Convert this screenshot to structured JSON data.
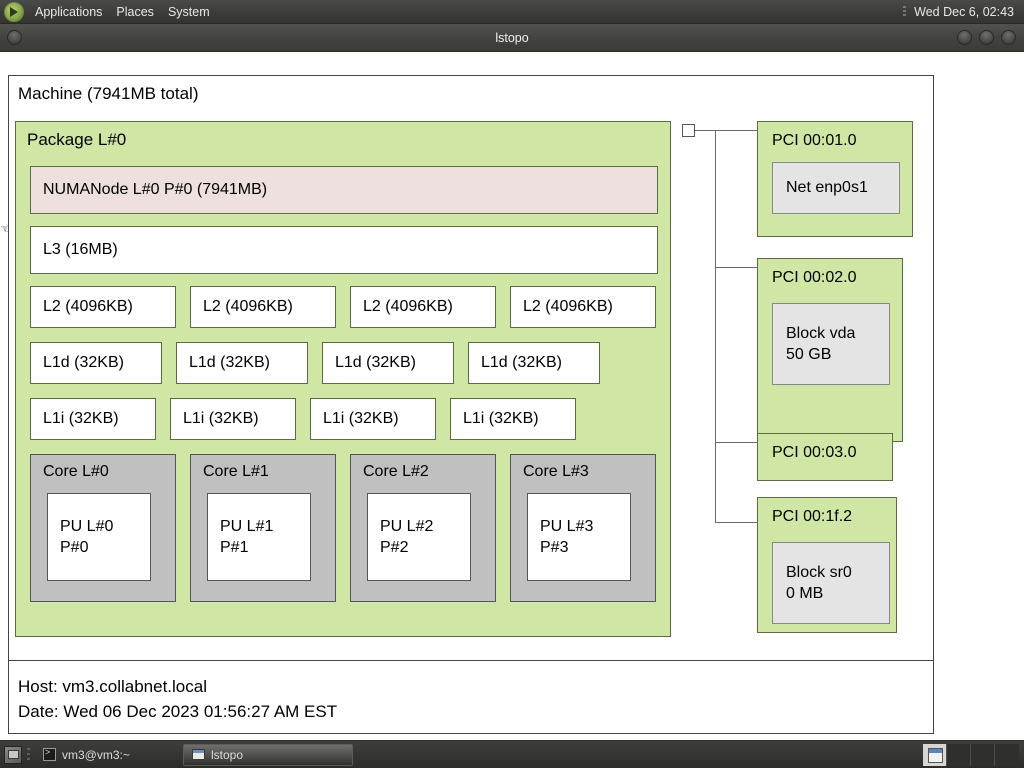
{
  "top_panel": {
    "logo_icon": "gnome-foot-icon",
    "menus": [
      "Applications",
      "Places",
      "System"
    ],
    "clock": "Wed Dec  6, 02:43"
  },
  "window": {
    "title": "lstopo",
    "titlebar_left_button": "window-menu-button",
    "titlebar_buttons": [
      "minimize-button",
      "maximize-button",
      "close-button"
    ]
  },
  "lstopo": {
    "machine_label": "Machine (7941MB total)",
    "package_label": "Package L#0",
    "numanode_label": "NUMANode L#0 P#0 (7941MB)",
    "l3_label": "L3 (16MB)",
    "l2": [
      "L2 (4096KB)",
      "L2 (4096KB)",
      "L2 (4096KB)",
      "L2 (4096KB)"
    ],
    "l1d": [
      "L1d (32KB)",
      "L1d (32KB)",
      "L1d (32KB)",
      "L1d (32KB)"
    ],
    "l1i": [
      "L1i (32KB)",
      "L1i (32KB)",
      "L1i (32KB)",
      "L1i (32KB)"
    ],
    "cores": [
      {
        "label": "Core L#0",
        "pu_line1": "PU L#0",
        "pu_line2": "P#0"
      },
      {
        "label": "Core L#1",
        "pu_line1": "PU L#1",
        "pu_line2": "P#1"
      },
      {
        "label": "Core L#2",
        "pu_line1": "PU L#2",
        "pu_line2": "P#2"
      },
      {
        "label": "Core L#3",
        "pu_line1": "PU L#3",
        "pu_line2": "P#3"
      }
    ],
    "pci": [
      {
        "label": "PCI 00:01.0",
        "child_line1": "Net enp0s1",
        "child_line2": ""
      },
      {
        "label": "PCI 00:02.0",
        "child_line1": "Block vda",
        "child_line2": "50 GB"
      },
      {
        "label": "PCI 00:03.0",
        "child_line1": "",
        "child_line2": ""
      },
      {
        "label": "PCI 00:1f.2",
        "child_line1": "Block sr0",
        "child_line2": "0 MB"
      }
    ],
    "footer_host": "Host: vm3.collabnet.local",
    "footer_date": "Date: Wed 06 Dec 2023 01:56:27 AM EST"
  },
  "colors": {
    "package_green": "#cfe6a4",
    "numanode_pink": "#eee0de",
    "core_gray": "#c0c0c0",
    "pci_child_gray": "#e4e4e4",
    "box_border": "#5d6b40",
    "panel_dark": "#3c3c3a"
  },
  "taskbar": {
    "show_desktop_icon": "show-desktop-icon",
    "tasks": [
      {
        "label": "vm3@vm3:~",
        "icon": "terminal-icon",
        "active": false
      },
      {
        "label": "lstopo",
        "icon": "window-icon",
        "active": true
      }
    ],
    "workspaces": 4,
    "active_workspace": 1
  }
}
